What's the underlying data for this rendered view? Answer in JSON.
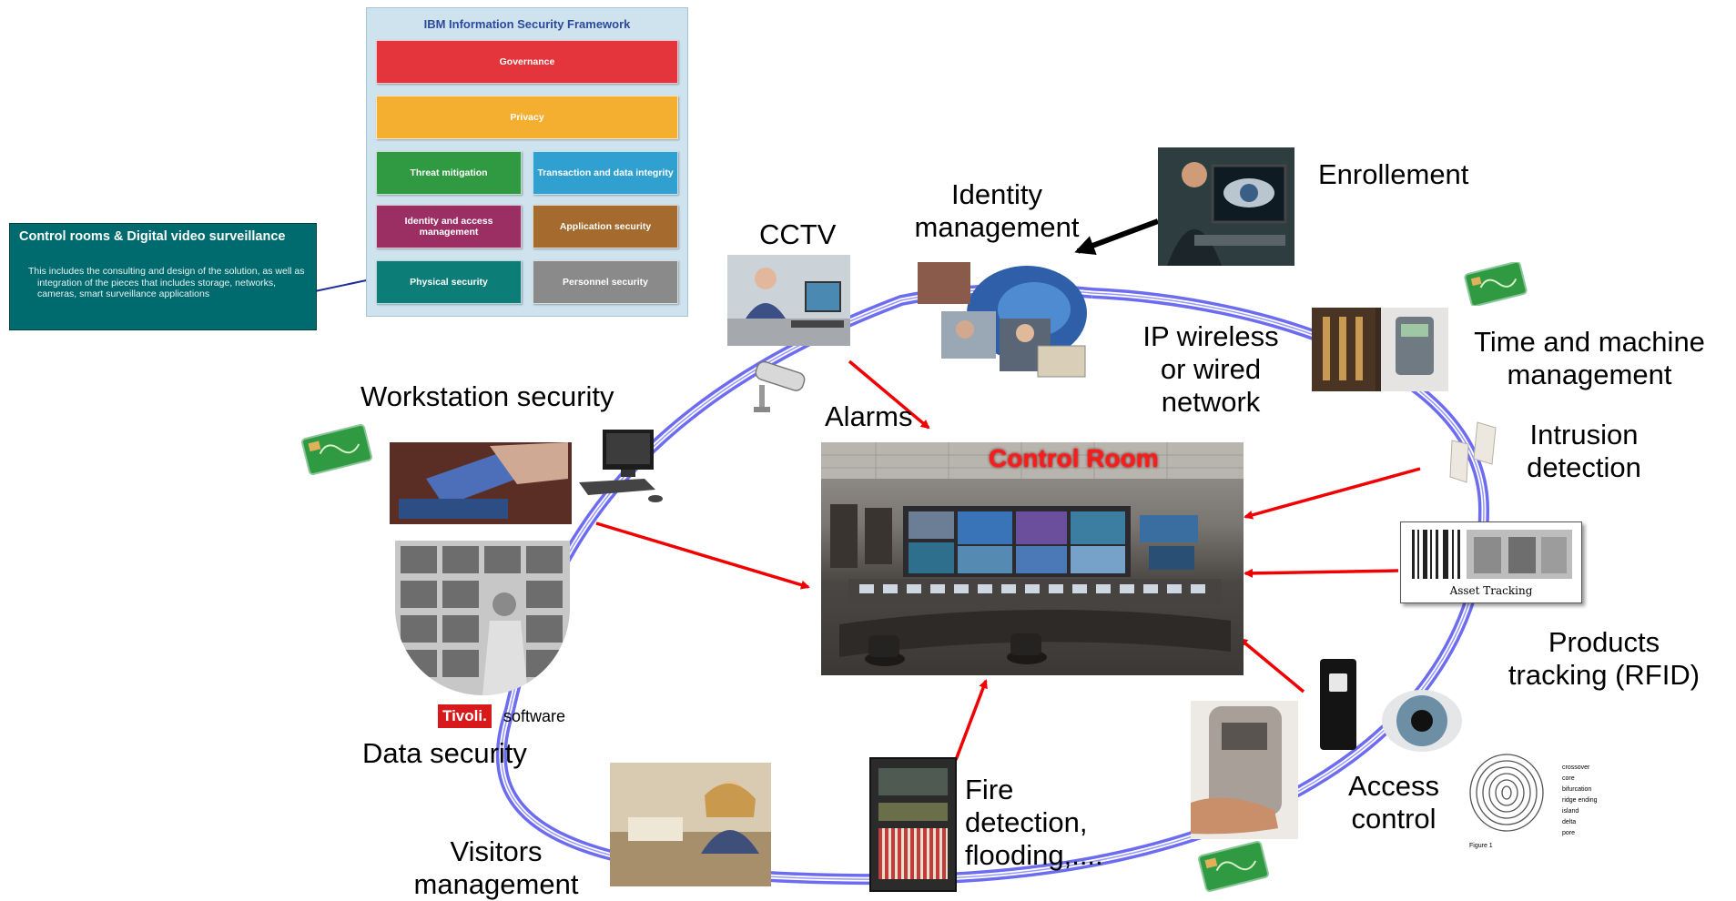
{
  "framework": {
    "title": "IBM Information Security Framework",
    "governance": "Governance",
    "privacy": "Privacy",
    "threat": "Threat mitigation",
    "transaction": "Transaction and data integrity",
    "identity": "Identity and access management",
    "application": "Application security",
    "physical": "Physical security",
    "personnel": "Personnel security",
    "colors": {
      "governance": "#e3353b",
      "privacy": "#f4ae30",
      "threat": "#2f9a41",
      "transaction": "#2fa0cf",
      "identity": "#9b2f63",
      "application": "#a56a2d",
      "physical": "#0d7d78",
      "personnel": "#8a8a8a"
    }
  },
  "callout": {
    "title": "Control rooms & Digital video surveillance",
    "body": "This includes the consulting and design of the solution, as well as integration of the pieces that includes storage, networks, cameras, smart surveillance applications"
  },
  "labels": {
    "cctv": "CCTV",
    "identity_line1": "Identity",
    "identity_line2": "management",
    "enrollment": "Enrollement",
    "network_line1": "IP wireless",
    "network_line2": "or wired",
    "network_line3": "network",
    "time_line1": "Time and machine",
    "time_line2": "management",
    "intrusion_line1": "Intrusion",
    "intrusion_line2": "detection",
    "products_line1": "Products",
    "products_line2": "tracking (RFID)",
    "access_line1": "Access",
    "access_line2": "control",
    "fire_line1": "Fire",
    "fire_line2": "detection,",
    "fire_line3": "flooding,....",
    "visitors_line1": "Visitors",
    "visitors_line2": "management",
    "data_security": "Data security",
    "workstation": "Workstation security",
    "alarms": "Alarms"
  },
  "control_room": {
    "title": "Control Room"
  },
  "asset_tracking": {
    "caption": "Asset Tracking"
  },
  "tivoli": {
    "brand": "Tivoli.",
    "sub": "software"
  },
  "fingerprint": {
    "terms": [
      "crossover",
      "core",
      "bifurcation",
      "ridge ending",
      "island",
      "delta",
      "pore"
    ],
    "caption": "Figure 1"
  }
}
